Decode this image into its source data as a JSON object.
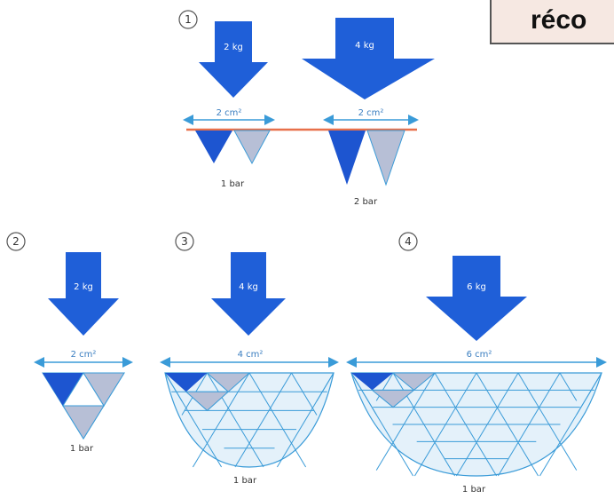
{
  "title": "réco",
  "panel1": {
    "number": "1",
    "weight_a": "2 kg",
    "weight_b": "4 kg",
    "area_a": "2 cm²",
    "area_b": "2 cm²",
    "pressure_a": "1 bar",
    "pressure_b": "2 bar"
  },
  "panel2": {
    "number": "2",
    "weight": "2 kg",
    "area": "2 cm²",
    "pressure": "1 bar"
  },
  "panel3": {
    "number": "3",
    "weight": "4 kg",
    "area": "4 cm²",
    "pressure": "1 bar"
  },
  "panel4": {
    "number": "4",
    "weight": "6 kg",
    "area": "6 cm²",
    "pressure": "1 bar"
  },
  "colors": {
    "arrow": "#1f5fd8",
    "dark_triangle": "#1d55d0",
    "grey_triangle": "#b7bfd6",
    "grid_line": "#3a9bd8",
    "grid_fill": "#e4f1fa",
    "surface_line": "#e8704a",
    "title_box": "#f6e8e2"
  }
}
